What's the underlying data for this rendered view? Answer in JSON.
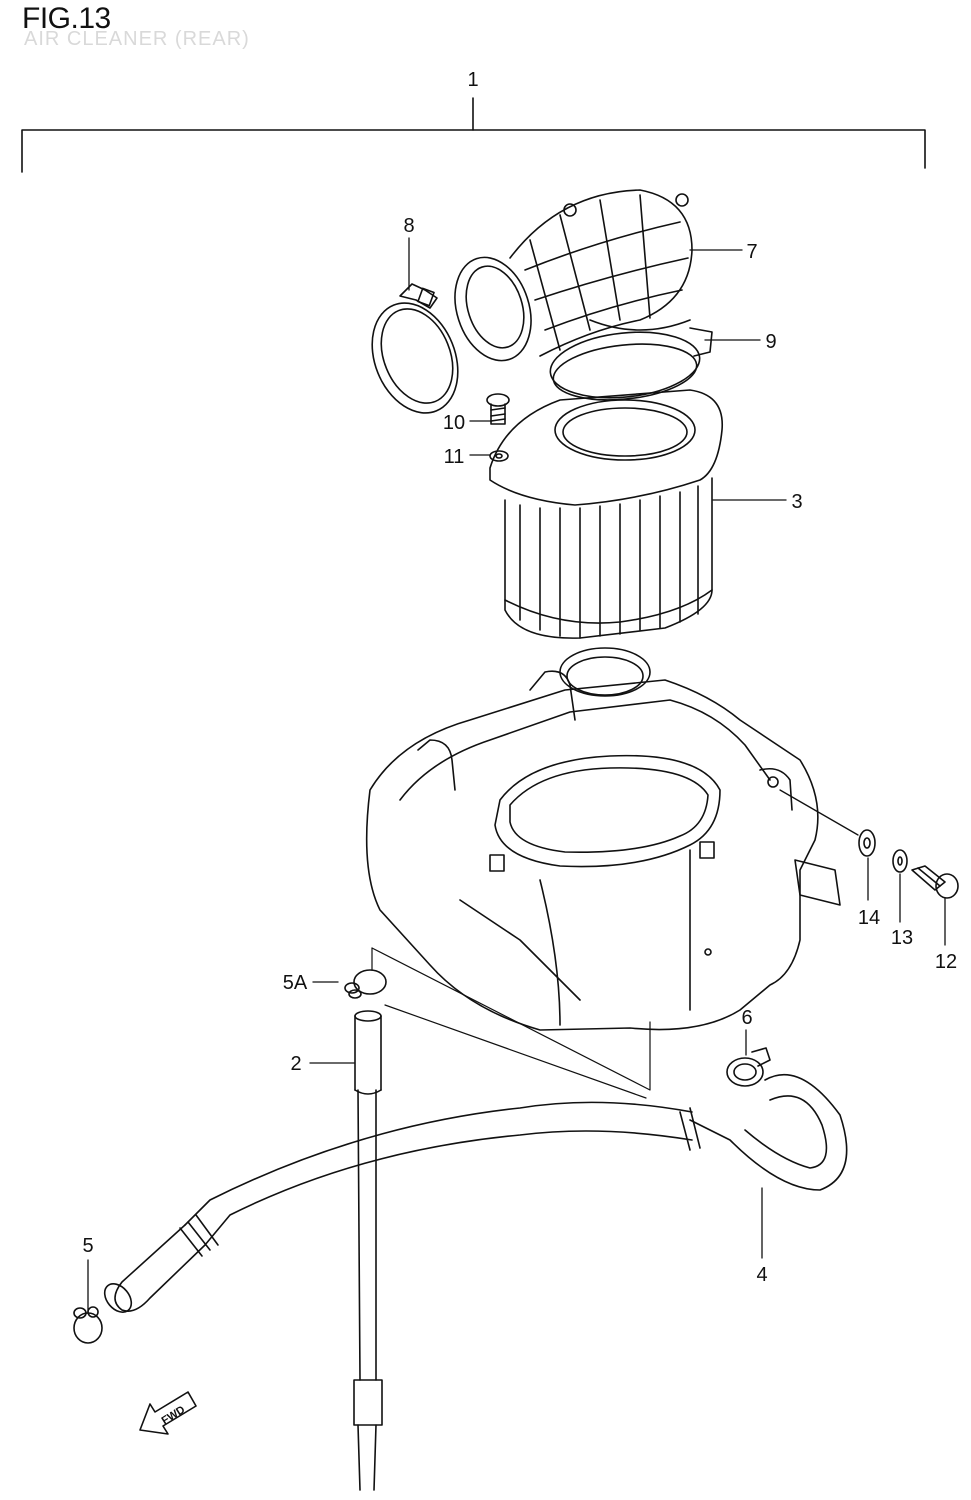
{
  "figure": {
    "title": "FIG.13",
    "subtitle": "AIR CLEANER (REAR)"
  },
  "callouts": {
    "c1": "1",
    "c2": "2",
    "c3": "3",
    "c4": "4",
    "c5": "5",
    "c5a": "5A",
    "c6": "6",
    "c7": "7",
    "c8": "8",
    "c9": "9",
    "c10": "10",
    "c11": "11",
    "c12": "12",
    "c13": "13",
    "c14": "14"
  },
  "fwd_marker": {
    "label": "FWD"
  },
  "colors": {
    "line": "#111111",
    "background": "#ffffff",
    "faded_text": "#d9d9d9"
  }
}
